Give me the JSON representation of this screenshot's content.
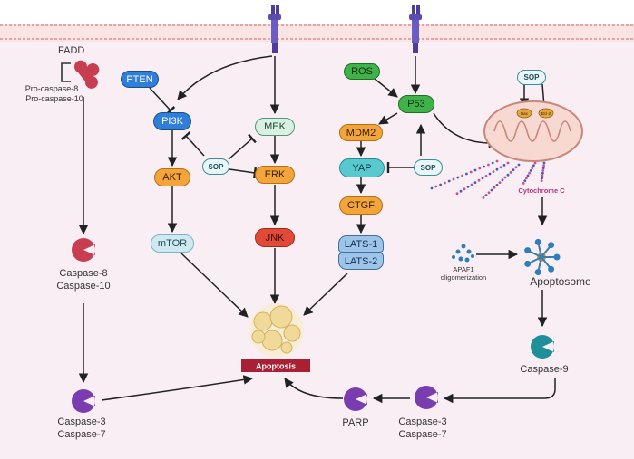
{
  "colors": {
    "background": "#f9eef4",
    "membrane": "#f2c9c9",
    "receptor": "#4e3b9c",
    "caspase_red": "#c83d4f",
    "caspase_purple": "#7a3db0",
    "caspase_teal": "#1f8f9a",
    "apoptosis_label_bg": "#a91f34",
    "cytochrome_text": "#b0357a",
    "arrow": "#222222"
  },
  "labels": {
    "fadd": "FADD",
    "pro_caspase_8": "Pro-caspase-8",
    "pro_caspase_10": "Pro-caspase-10",
    "caspase_8": "Caspase-8",
    "caspase_10": "Caspase-10",
    "caspase_3_left": "Caspase-3",
    "caspase_7_left": "Caspase-7",
    "parp": "PARP",
    "caspase_3_right": "Caspase-3",
    "caspase_7_right": "Caspase-7",
    "caspase_9": "Caspase-9",
    "apoptosome": "Apoptosome",
    "apaf1_line1": "APAF1",
    "apaf1_line2": "oligomerization",
    "cytochrome_c": "Cytochrome C",
    "apoptosis": "Apoptosis",
    "bax": "Bax",
    "bcl2": "Bcl-2"
  },
  "nodes": {
    "pten": "PTEN",
    "pi3k": "PI3K",
    "akt": "AKT",
    "mtor": "mTOR",
    "mek": "MEK",
    "erk": "ERK",
    "jnk": "JNK",
    "sop_left": "SOP",
    "ros": "ROS",
    "p53": "P53",
    "mdm2": "MDM2",
    "yap": "YAP",
    "sop_mid": "SOP",
    "ctgf": "CTGF",
    "lats1": "LATS-1",
    "lats2": "LATS-2",
    "sop_right": "SOP"
  }
}
